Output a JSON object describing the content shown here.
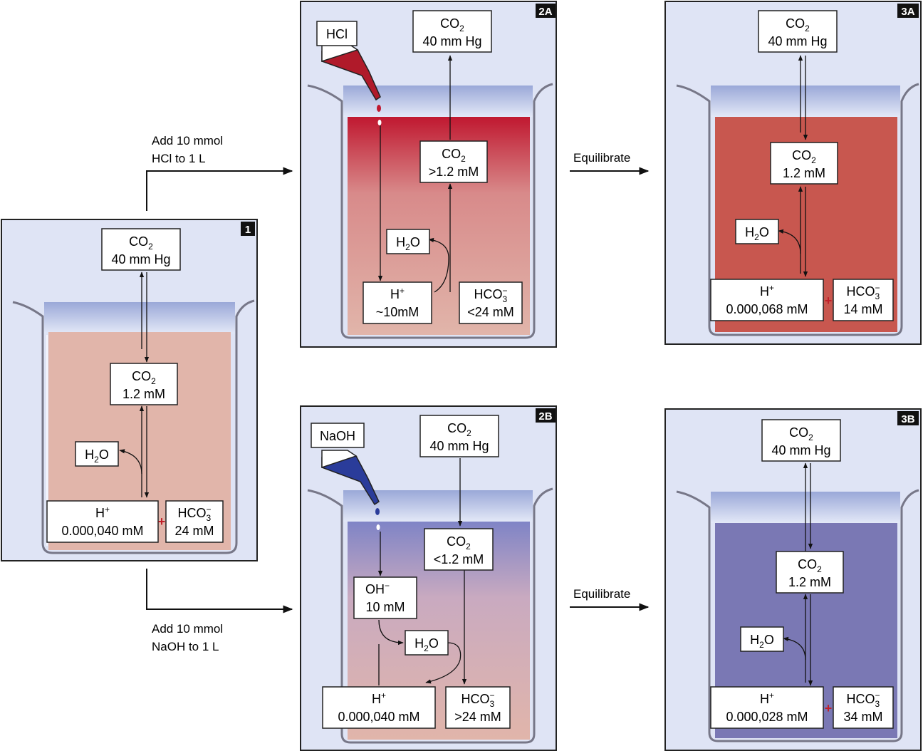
{
  "colors": {
    "panel_bg": "#dfe4f5",
    "panel_border": "#222222",
    "beaker_rim": "#b4bfe0",
    "liquid_neutral": "#e1b5aa",
    "liquid_acid_top": "#c01830",
    "liquid_acid_eq": "#c8574f",
    "liquid_base_top": "#8d8cc3",
    "liquid_base_eq": "#7a78b4",
    "plus": "#c0202a"
  },
  "arrows": {
    "top_text_line1": "Add 10 mmol",
    "top_text_line2": "HCl to 1 L",
    "bottom_text_line1": "Add 10 mmol",
    "bottom_text_line2": "NaOH to 1 L",
    "equilibrate_top": "Equilibrate",
    "equilibrate_bottom": "Equilibrate"
  },
  "panels": {
    "p1": {
      "badge": "1",
      "gas": {
        "formula": "CO2",
        "value": "40 mm Hg"
      },
      "dissolved": {
        "formula": "CO2",
        "value": "1.2 mM"
      },
      "water": "H2O",
      "h": {
        "formula": "H+",
        "value": "0.000,040 mM"
      },
      "hco3": {
        "formula": "HCO3-",
        "value": "24 mM"
      }
    },
    "p2a": {
      "badge": "2A",
      "reagent": "HCl",
      "gas": {
        "formula": "CO2",
        "value": "40 mm Hg"
      },
      "dissolved": {
        "formula": "CO2",
        "value": ">1.2 mM"
      },
      "water": "H2O",
      "h": {
        "formula": "H+",
        "value": "~10mM"
      },
      "hco3": {
        "formula": "HCO3-",
        "value": "<24 mM"
      }
    },
    "p3a": {
      "badge": "3A",
      "gas": {
        "formula": "CO2",
        "value": "40 mm Hg"
      },
      "dissolved": {
        "formula": "CO2",
        "value": "1.2 mM"
      },
      "water": "H2O",
      "h": {
        "formula": "H+",
        "value": "0.000,068 mM"
      },
      "hco3": {
        "formula": "HCO3-",
        "value": "14 mM"
      }
    },
    "p2b": {
      "badge": "2B",
      "reagent": "NaOH",
      "gas": {
        "formula": "CO2",
        "value": "40 mm Hg"
      },
      "dissolved": {
        "formula": "CO2",
        "value": "<1.2 mM"
      },
      "oh": {
        "formula": "OH-",
        "value": "10 mM"
      },
      "water": "H2O",
      "h": {
        "formula": "H+",
        "value": "0.000,040 mM"
      },
      "hco3": {
        "formula": "HCO3-",
        "value": ">24 mM"
      }
    },
    "p3b": {
      "badge": "3B",
      "gas": {
        "formula": "CO2",
        "value": "40 mm Hg"
      },
      "dissolved": {
        "formula": "CO2",
        "value": "1.2 mM"
      },
      "water": "H2O",
      "h": {
        "formula": "H+",
        "value": "0.000,028 mM"
      },
      "hco3": {
        "formula": "HCO3-",
        "value": "34 mM"
      }
    }
  }
}
